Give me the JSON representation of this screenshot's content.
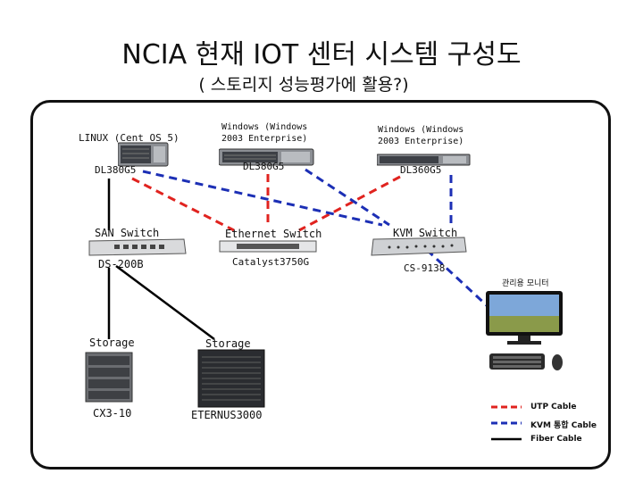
{
  "title": "NCIA 현재 IOT 센터 시스템 구성도",
  "subtitle": "( 스토리지 성능평가에 활용?)",
  "servers": [
    {
      "name": "LINUX (Cent OS 5)",
      "model": "DL380G5"
    },
    {
      "name": "Windows (Windows 2003 Enterprise)",
      "model": "DL380G5"
    },
    {
      "name": "Windows (Windows 2003 Enterprise)",
      "model": "DL360G5"
    }
  ],
  "switches": [
    {
      "name": "SAN Switch",
      "model": "DS-200B"
    },
    {
      "name": "Ethernet Switch",
      "model": "Catalyst3750G"
    },
    {
      "name": "KVM Switch",
      "model": "CS-9138"
    }
  ],
  "monitor_label": "관리용 모니터",
  "storage": [
    {
      "name": "Storage",
      "model": "CX3-10"
    },
    {
      "name": "Storage",
      "model": "ETERNUS3000"
    }
  ],
  "legend": [
    {
      "label": "UTP Cable",
      "color": "#e0231f",
      "style": "dashed"
    },
    {
      "label": "KVM 통합 Cable",
      "color": "#1c2fb5",
      "style": "dashed"
    },
    {
      "label": "Fiber Cable",
      "color": "#000000",
      "style": "solid"
    }
  ]
}
